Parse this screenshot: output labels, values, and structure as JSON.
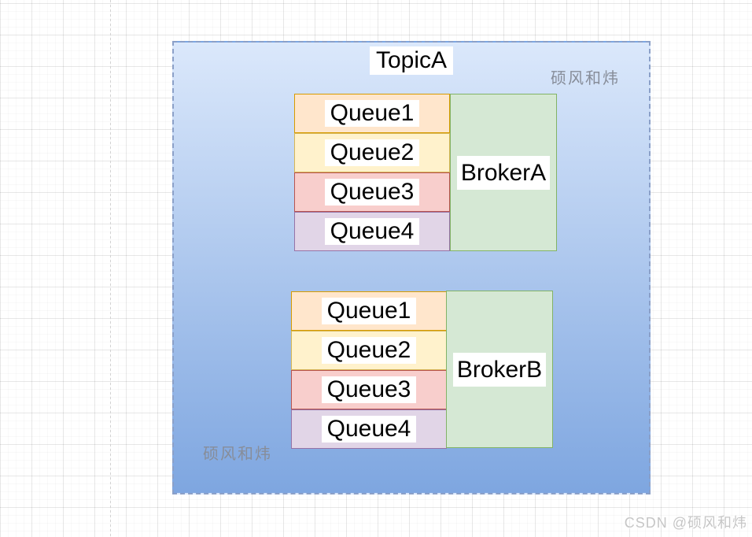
{
  "diagram": {
    "topic_label": "TopicA",
    "groups": [
      {
        "broker": "BrokerA",
        "queues": [
          "Queue1",
          "Queue2",
          "Queue3",
          "Queue4"
        ]
      },
      {
        "broker": "BrokerB",
        "queues": [
          "Queue1",
          "Queue2",
          "Queue3",
          "Queue4"
        ]
      }
    ]
  },
  "watermarks": {
    "top_right": "硕风和炜",
    "bottom_left": "硕风和炜",
    "csdn": "CSDN @硕风和炜"
  },
  "colors": {
    "container_fill_top": "#dbe8fb",
    "container_fill_bottom": "#7ea6e0",
    "container_border": "#8ba0c8",
    "q1_fill": "#ffe6cc",
    "q1_stroke": "#d79b00",
    "q2_fill": "#fff2cc",
    "q2_stroke": "#d6b656",
    "q3_fill": "#f8cecc",
    "q3_stroke": "#b85450",
    "q4_fill": "#e1d5e7",
    "q4_stroke": "#9673a6",
    "broker_fill": "#d5e8d4",
    "broker_stroke": "#82b366",
    "label_bg": "#ffffff",
    "text": "#000000",
    "watermark": "#878d99",
    "csdn_watermark": "#c6c6c6"
  }
}
